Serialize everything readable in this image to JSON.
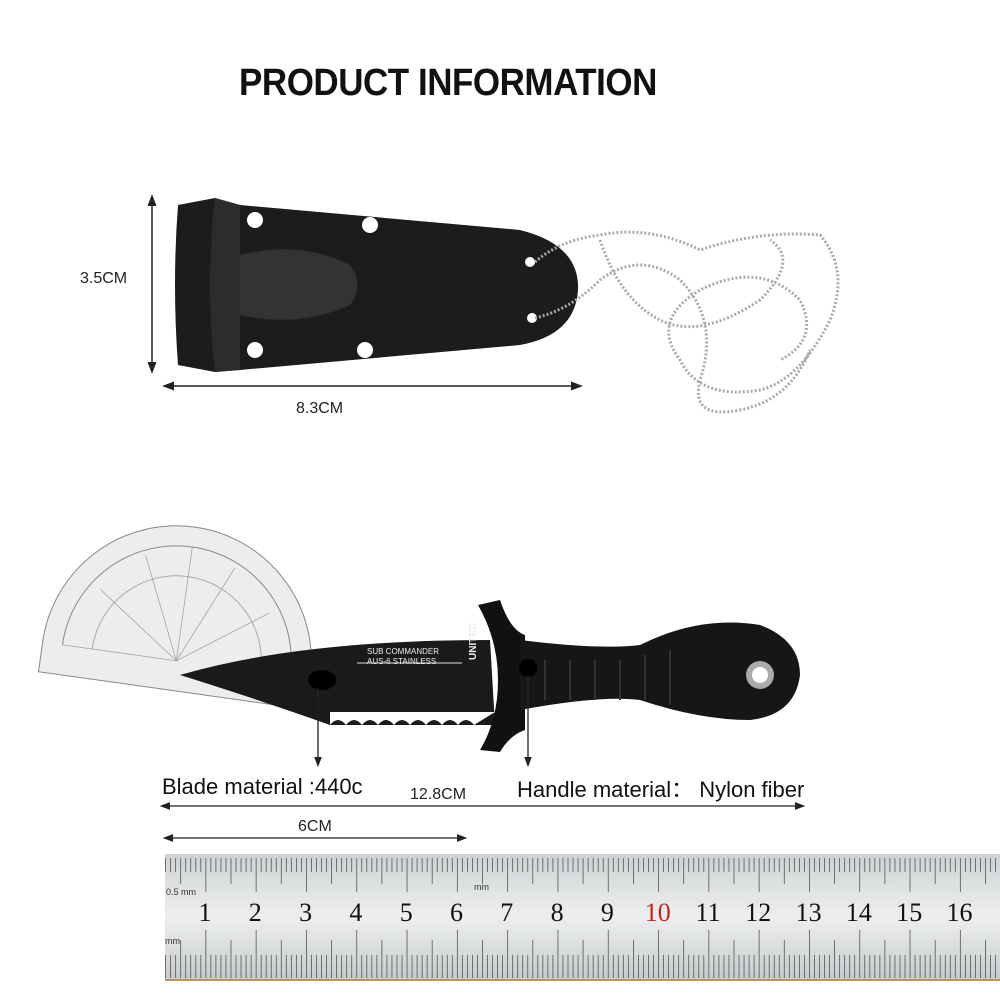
{
  "title": "PRODUCT INFORMATION",
  "sheath": {
    "height_label": "3.5CM",
    "width_label": "8.3CM"
  },
  "knife": {
    "blade_text_line1": "SUB COMMANDER",
    "blade_text_line2": "AUS-6 STAINLESS",
    "brand": "UNITED",
    "blade_material_label": "Blade material :440c",
    "handle_material_label": "Handle material： Nylon fiber",
    "total_length_label": "12.8CM",
    "blade_length_label": "6CM"
  },
  "ruler": {
    "unit_top": "0.5 mm",
    "unit_mid": "mm",
    "unit_bottom": "mm",
    "numbers": [
      "1",
      "2",
      "3",
      "4",
      "5",
      "6",
      "7",
      "8",
      "9",
      "10",
      "11",
      "12",
      "13",
      "14",
      "15",
      "16",
      "1"
    ],
    "highlight_color": "#c0261d"
  }
}
